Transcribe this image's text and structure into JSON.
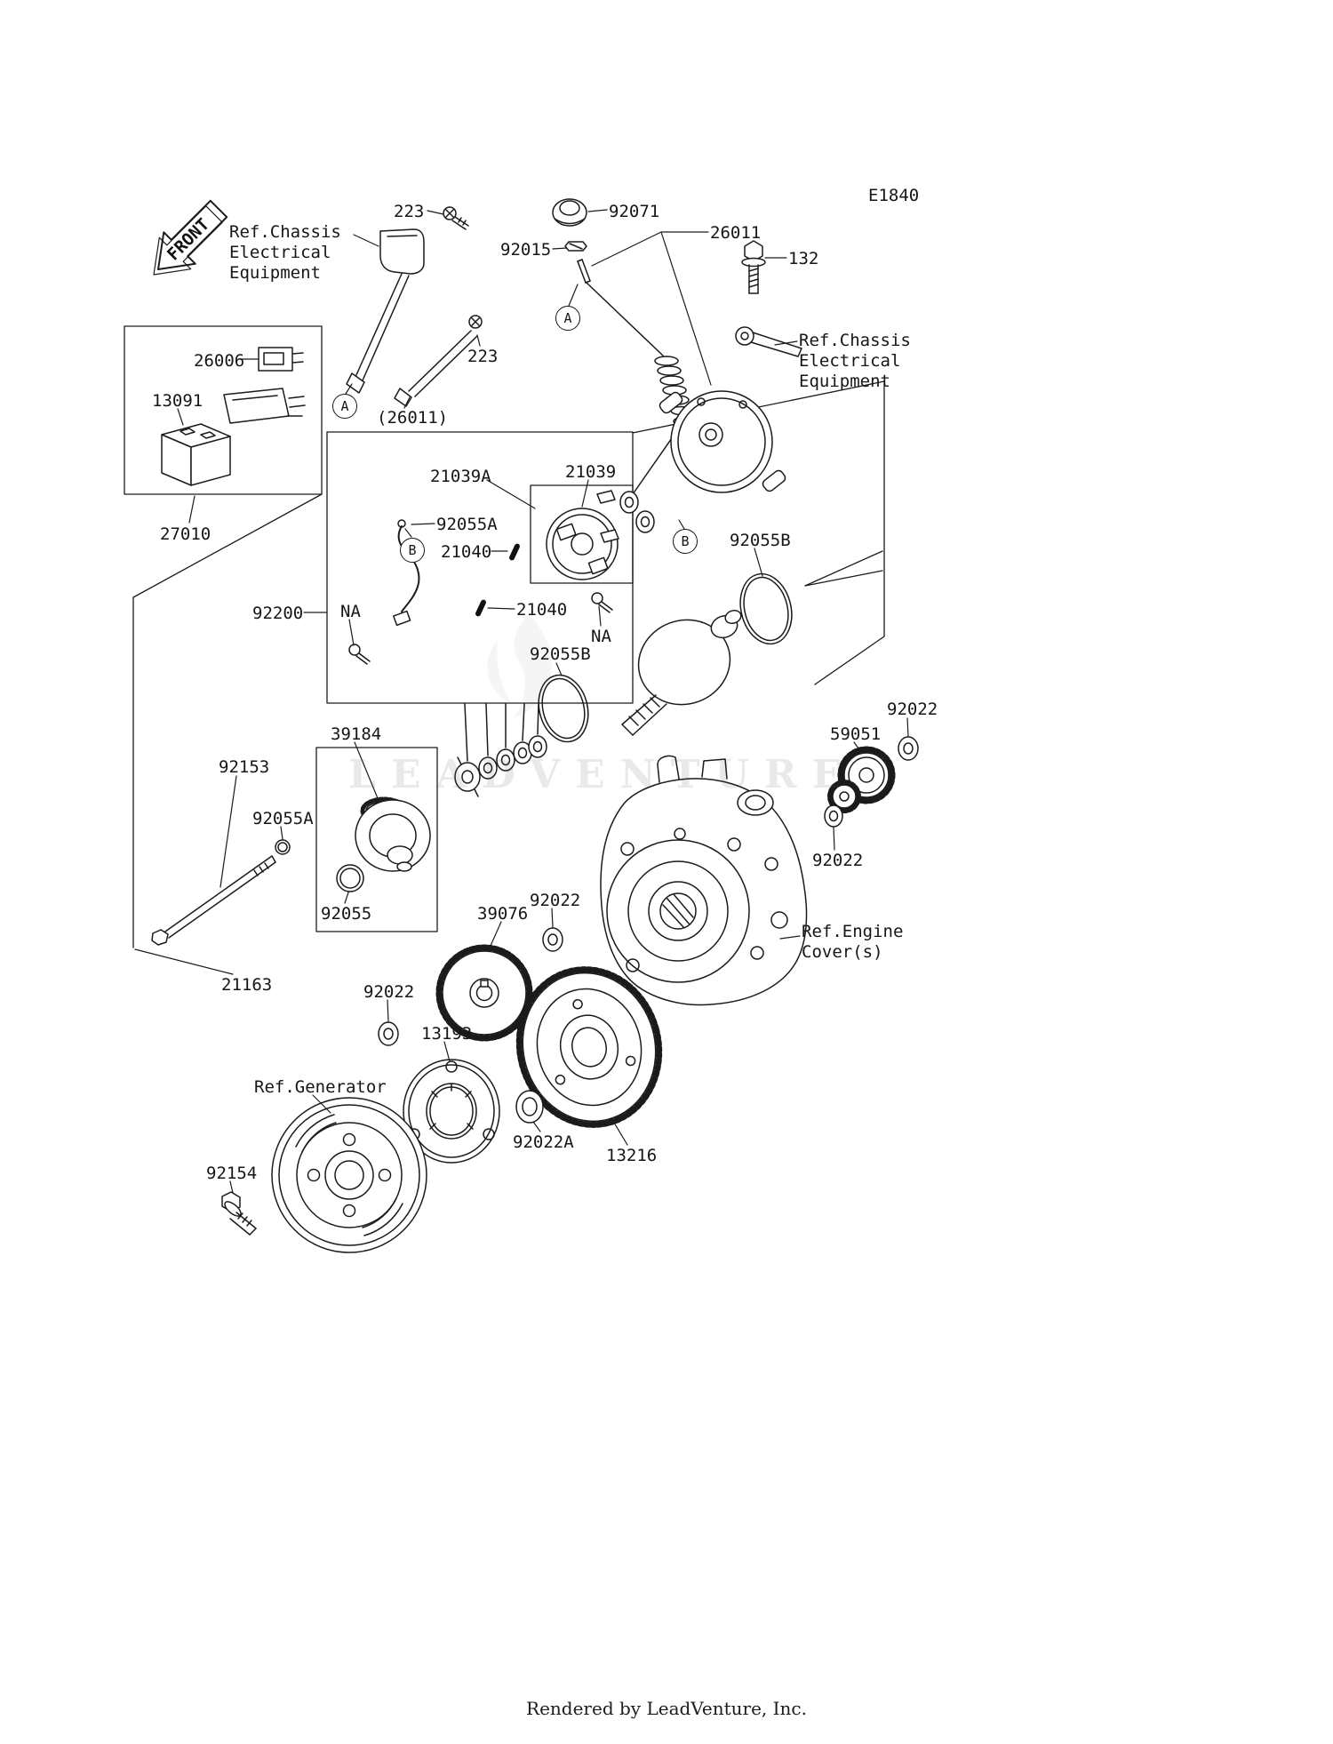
{
  "meta": {
    "diagram_code": "E1840",
    "front_label": "FRONT",
    "watermark": "LEADVENTURE",
    "footer": "Rendered by LeadVenture, Inc.",
    "line_color": "#1b1b1b",
    "background": "#ffffff"
  },
  "callouts": {
    "a": "A",
    "b": "B"
  },
  "labels": {
    "e1840": {
      "text": "E1840"
    },
    "s223_top": {
      "text": "223"
    },
    "ref_chassis_top": {
      "text": "Ref.Chassis\nElectrical\nEquipment"
    },
    "p92071": {
      "text": "92071"
    },
    "p26011": {
      "text": "26011"
    },
    "p92015": {
      "text": "92015"
    },
    "p132": {
      "text": "132"
    },
    "ref_chassis_right": {
      "text": "Ref.Chassis\nElectrical\nEquipment"
    },
    "p26006": {
      "text": "26006"
    },
    "s223_mid": {
      "text": "223"
    },
    "p13091": {
      "text": "13091"
    },
    "p26011_paren": {
      "text": "(26011)"
    },
    "p27010": {
      "text": "27010"
    },
    "p21039a": {
      "text": "21039A"
    },
    "p21039": {
      "text": "21039"
    },
    "p92055a_1": {
      "text": "92055A"
    },
    "p21040_1": {
      "text": "21040"
    },
    "p92055b_1": {
      "text": "92055B"
    },
    "p92200": {
      "text": "92200"
    },
    "na_1": {
      "text": "NA"
    },
    "p21040_2": {
      "text": "21040"
    },
    "na_2": {
      "text": "NA"
    },
    "p92055b_2": {
      "text": "92055B"
    },
    "p92022_1": {
      "text": "92022"
    },
    "p59051": {
      "text": "59051"
    },
    "p39184": {
      "text": "39184"
    },
    "p92153": {
      "text": "92153"
    },
    "p92055a_2": {
      "text": "92055A"
    },
    "p92022_2": {
      "text": "92022"
    },
    "p92055": {
      "text": "92055"
    },
    "p39076": {
      "text": "39076"
    },
    "p92022_3": {
      "text": "92022"
    },
    "ref_engine_cover": {
      "text": "Ref.Engine\nCover(s)"
    },
    "p21163": {
      "text": "21163"
    },
    "p92022_4": {
      "text": "92022"
    },
    "p13193": {
      "text": "13193"
    },
    "ref_generator": {
      "text": "Ref.Generator"
    },
    "p92022a": {
      "text": "92022A"
    },
    "p13216": {
      "text": "13216"
    },
    "p92154": {
      "text": "92154"
    }
  }
}
